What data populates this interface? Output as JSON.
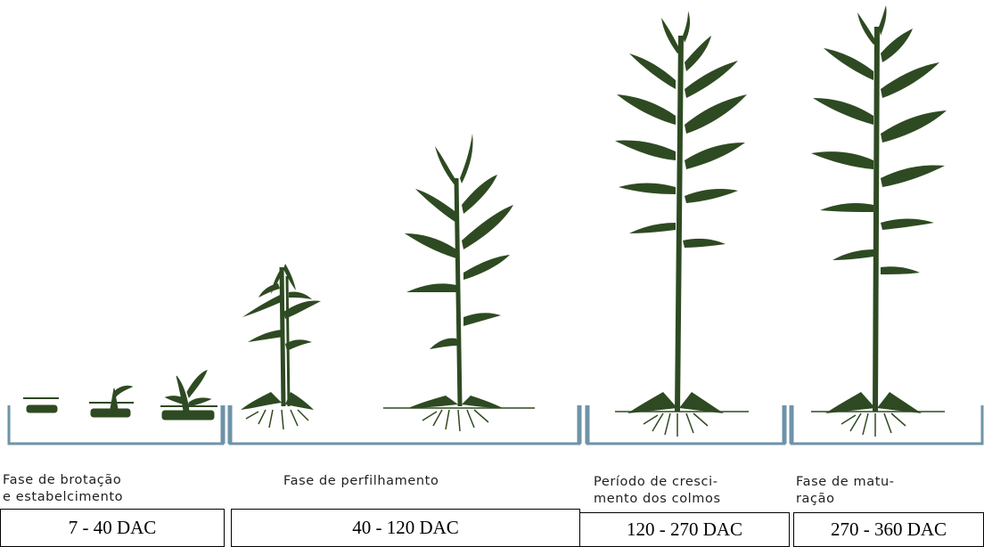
{
  "colors": {
    "plant": "#2e4a22",
    "bracket": "#6e93a8",
    "text": "#1f1f1f",
    "box_border": "#000000"
  },
  "icons": [
    "sugarcane-cutting-icon",
    "sugarcane-sprout-icon",
    "sugarcane-young-plant-icon",
    "sugarcane-tillering-plant-icon",
    "sugarcane-tall-plant-icon",
    "sugarcane-mature-plant-icon"
  ],
  "phases": [
    {
      "label": "Fase de brotação\ne estabelcimento",
      "dac": "7 - 40 DAC"
    },
    {
      "label": "Fase de perfilhamento",
      "dac": "40 - 120 DAC"
    },
    {
      "label": "Período de cresci-\nmento dos colmos",
      "dac": "120 - 270 DAC"
    },
    {
      "label": "Fase de matu-\nração",
      "dac": "270 - 360 DAC"
    }
  ]
}
